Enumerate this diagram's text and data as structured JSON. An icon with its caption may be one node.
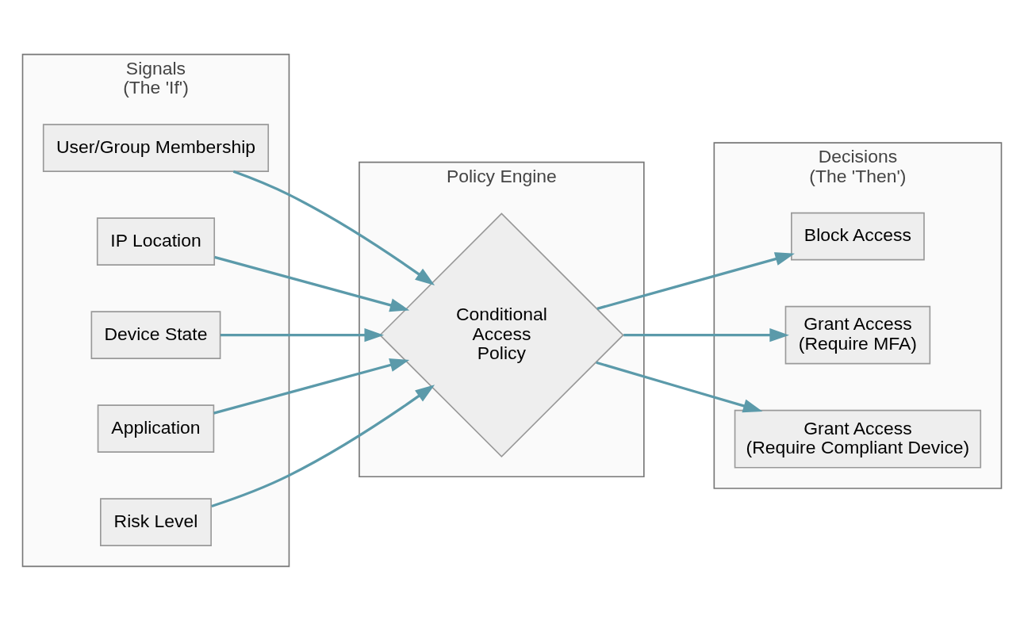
{
  "diagram": {
    "nodes": [
      {
        "text": [
          "Signals (The 'If')"
        ]
      },
      {
        "text": [
          "User/Group Membership"
        ],
        "in": 0
      },
      {
        "text": [
          "IP Location"
        ],
        "in": 0
      },
      {
        "text": [
          "Device State"
        ],
        "in": 0
      },
      {
        "text": [
          "Application"
        ],
        "in": 0
      },
      {
        "text": [
          "Risk Level"
        ],
        "in": 0
      },
      {
        "text": [
          "Policy Engine"
        ]
      },
      {
        "text": [
          "Conditional Access Policy"
        ],
        "in": 6
      },
      {
        "text": [
          "Decisions (The 'Then')"
        ]
      },
      {
        "text": [
          "Block Access"
        ],
        "in": 8
      },
      {
        "text": [
          "Grant Access (Require MFA)"
        ],
        "in": 8
      },
      {
        "text": [
          "Grant Access (Require Compliant Device)"
        ],
        "in": 8
      }
    ],
    "edges": [
      {
        "from": 1,
        "to": 7,
        "arrow": "to"
      },
      {
        "from": 2,
        "to": 7,
        "arrow": "to"
      },
      {
        "from": 3,
        "to": 7,
        "arrow": "to"
      },
      {
        "from": 4,
        "to": 7,
        "arrow": "to"
      },
      {
        "from": 5,
        "to": 7,
        "arrow": "to"
      },
      {
        "from": 7,
        "to": 9,
        "arrow": "to"
      },
      {
        "from": 7,
        "to": 10,
        "arrow": "to"
      },
      {
        "from": 7,
        "to": 11,
        "arrow": "to"
      }
    ]
  }
}
